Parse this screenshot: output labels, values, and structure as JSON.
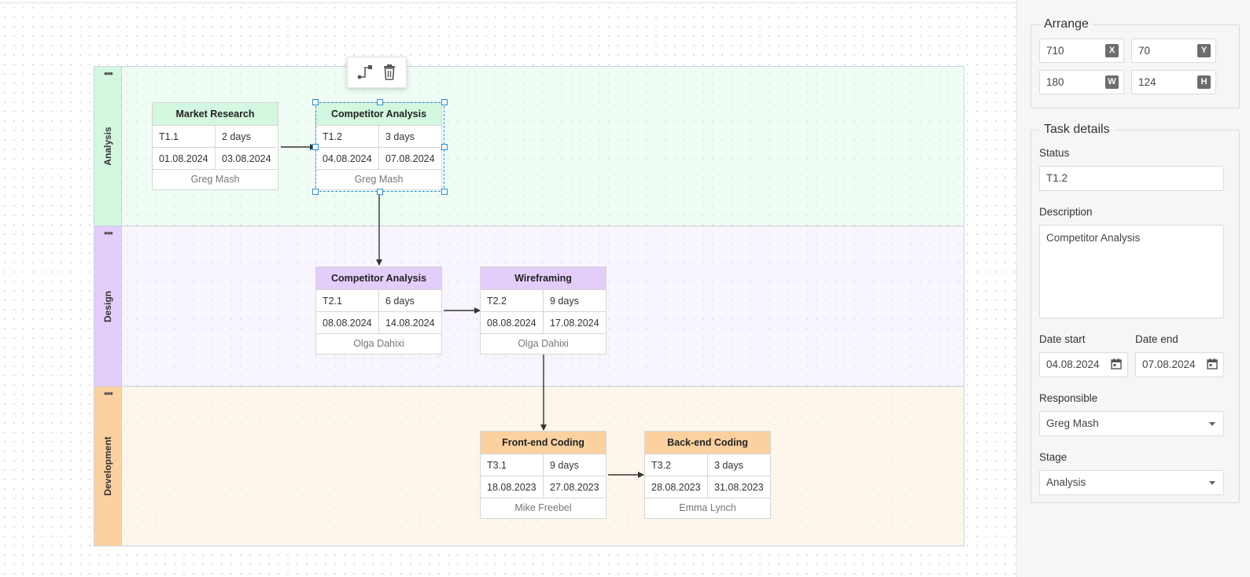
{
  "lanes": [
    {
      "title": "Analysis",
      "menu": "•••"
    },
    {
      "title": "Design",
      "menu": "•••"
    },
    {
      "title": "Development",
      "menu": "•••"
    }
  ],
  "cards": [
    {
      "title": "Market Research",
      "id": "T1.1",
      "duration": "2 days",
      "start": "01.08.2024",
      "end": "03.08.2024",
      "owner": "Greg Mash"
    },
    {
      "title": "Competitor Analysis",
      "id": "T1.2",
      "duration": "3 days",
      "start": "04.08.2024",
      "end": "07.08.2024",
      "owner": "Greg Mash"
    },
    {
      "title": "Competitor Analysis",
      "id": "T2.1",
      "duration": "6 days",
      "start": "08.08.2024",
      "end": "14.08.2024",
      "owner": "Olga Dahixi"
    },
    {
      "title": "Wireframing",
      "id": "T2.2",
      "duration": "9 days",
      "start": "08.08.2024",
      "end": "17.08.2024",
      "owner": "Olga Dahixi"
    },
    {
      "title": "Front-end Coding",
      "id": "T3.1",
      "duration": "9 days",
      "start": "18.08.2023",
      "end": "27.08.2023",
      "owner": "Mike Freebel"
    },
    {
      "title": "Back-end Coding",
      "id": "T3.2",
      "duration": "3 days",
      "start": "28.08.2023",
      "end": "31.08.2023",
      "owner": "Emma Lynch"
    }
  ],
  "toolbar": {
    "icons": [
      "connector-icon",
      "trash-icon"
    ]
  },
  "panel": {
    "arrange": {
      "legend": "Arrange",
      "x": {
        "value": "710",
        "badge": "X"
      },
      "y": {
        "value": "70",
        "badge": "Y"
      },
      "w": {
        "value": "180",
        "badge": "W"
      },
      "h": {
        "value": "124",
        "badge": "H"
      }
    },
    "task": {
      "legend": "Task details",
      "status_label": "Status",
      "status_value": "T1.2",
      "description_label": "Description",
      "description_value": "Competitor Analysis",
      "date_start_label": "Date start",
      "date_start_value": "04.08.2024",
      "date_end_label": "Date end",
      "date_end_value": "07.08.2024",
      "responsible_label": "Responsible",
      "responsible_value": "Greg Mash",
      "stage_label": "Stage",
      "stage_value": "Analysis"
    }
  },
  "colors": {
    "analysis": "#d4f7e0",
    "design": "#e3cdfa",
    "development": "#fbd1a0",
    "selection": "#2a8fd6"
  }
}
